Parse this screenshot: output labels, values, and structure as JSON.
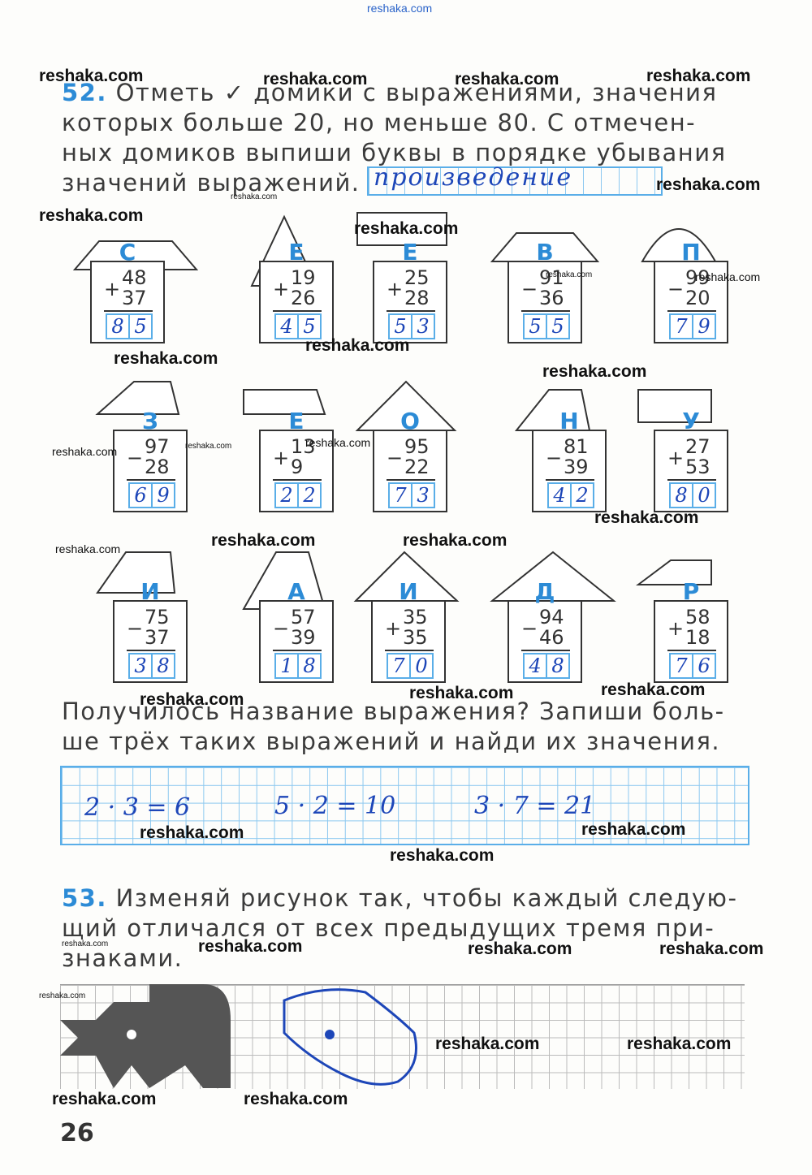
{
  "page_number": "26",
  "site_header": "reshaka.com",
  "task52": {
    "number": "52.",
    "lines": [
      "Отметь ✓ домики с выражениями, значения",
      "которых больше 20, но меньше 80. С отмечен-",
      "ных домиков выпиши буквы в порядке убывания",
      "значений выражений."
    ],
    "answer_word": "произведение",
    "question_lines": [
      "Получилось название выражения? Запиши боль-",
      "ше трёх таких выражений и найди их значения."
    ],
    "handwritten_answers": [
      "2 · 3 = 6",
      "5 · 2 = 10",
      "3 · 7 = 21"
    ]
  },
  "houses": [
    {
      "letter": "С",
      "top": "48",
      "sign": "+",
      "bottom": "37",
      "answer": [
        "8",
        "5"
      ]
    },
    {
      "letter": "Е",
      "top": "19",
      "sign": "+",
      "bottom": "26",
      "answer": [
        "4",
        "5"
      ]
    },
    {
      "letter": "Е",
      "top": "25",
      "sign": "+",
      "bottom": "28",
      "answer": [
        "5",
        "3"
      ]
    },
    {
      "letter": "В",
      "top": "91",
      "sign": "−",
      "bottom": "36",
      "answer": [
        "5",
        "5"
      ]
    },
    {
      "letter": "П",
      "top": "99",
      "sign": "−",
      "bottom": "20",
      "answer": [
        "7",
        "9"
      ]
    },
    {
      "letter": "З",
      "top": "97",
      "sign": "−",
      "bottom": "28",
      "answer": [
        "6",
        "9"
      ]
    },
    {
      "letter": "Е",
      "top": "13",
      "sign": "+",
      "bottom": "9",
      "answer": [
        "2",
        "2"
      ]
    },
    {
      "letter": "О",
      "top": "95",
      "sign": "−",
      "bottom": "22",
      "answer": [
        "7",
        "3"
      ]
    },
    {
      "letter": "Н",
      "top": "81",
      "sign": "−",
      "bottom": "39",
      "answer": [
        "4",
        "2"
      ]
    },
    {
      "letter": "У",
      "top": "27",
      "sign": "+",
      "bottom": "53",
      "answer": [
        "8",
        "0"
      ]
    },
    {
      "letter": "И",
      "top": "75",
      "sign": "−",
      "bottom": "37",
      "answer": [
        "3",
        "8"
      ]
    },
    {
      "letter": "А",
      "top": "57",
      "sign": "−",
      "bottom": "39",
      "answer": [
        "1",
        "8"
      ]
    },
    {
      "letter": "И",
      "top": "35",
      "sign": "+",
      "bottom": "35",
      "answer": [
        "7",
        "0"
      ]
    },
    {
      "letter": "Д",
      "top": "94",
      "sign": "−",
      "bottom": "46",
      "answer": [
        "4",
        "8"
      ]
    },
    {
      "letter": "Р",
      "top": "58",
      "sign": "+",
      "bottom": "18",
      "answer": [
        "7",
        "6"
      ]
    }
  ],
  "task53": {
    "number": "53.",
    "lines": [
      "Изменяй рисунок так, чтобы каждый следую-",
      "щий отличался от всех предыдущих тремя при-",
      "знаками."
    ]
  },
  "watermarks": [
    "reshaka.com"
  ],
  "colors": {
    "accent_blue": "#2c8bd6",
    "ink": "#1d46b8",
    "grid": "#5aaee8"
  }
}
